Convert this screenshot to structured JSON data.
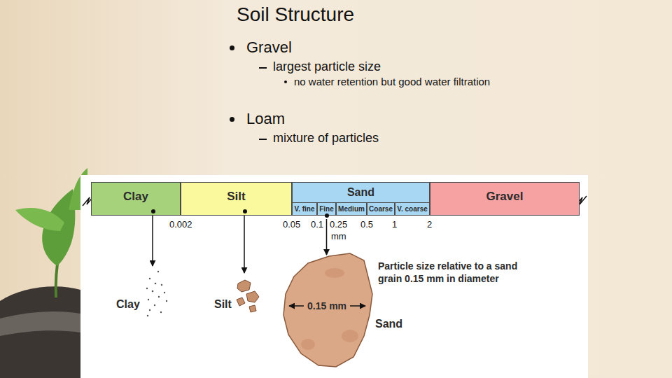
{
  "diagram": {
    "title": "Soil Structure",
    "nodes": [
      {
        "text": [
          "Clay"
        ]
      },
      {
        "text": [
          "Silt"
        ]
      },
      {
        "text": [
          "Sand"
        ]
      },
      {
        "text": [
          "V. fine"
        ],
        "in": 2
      },
      {
        "text": [
          "Fine"
        ],
        "in": 2
      },
      {
        "text": [
          "Medium"
        ],
        "in": 2
      },
      {
        "text": [
          "Coarse"
        ],
        "in": 2
      },
      {
        "text": [
          "V. coarse"
        ],
        "in": 2
      },
      {
        "text": [
          "Gravel"
        ]
      }
    ],
    "labels": [
      "Gravel",
      "largest particle size",
      "no water retention but good water filtration",
      "Loam",
      "mixture of particles",
      "0.002",
      "0.05",
      "0.1",
      "0.25",
      "0.5",
      "1",
      "2",
      "mm",
      "Clay",
      "Silt",
      "Particle size relative to a sand grain 0.15 mm in diameter",
      "0.15 mm",
      "Sand"
    ]
  }
}
